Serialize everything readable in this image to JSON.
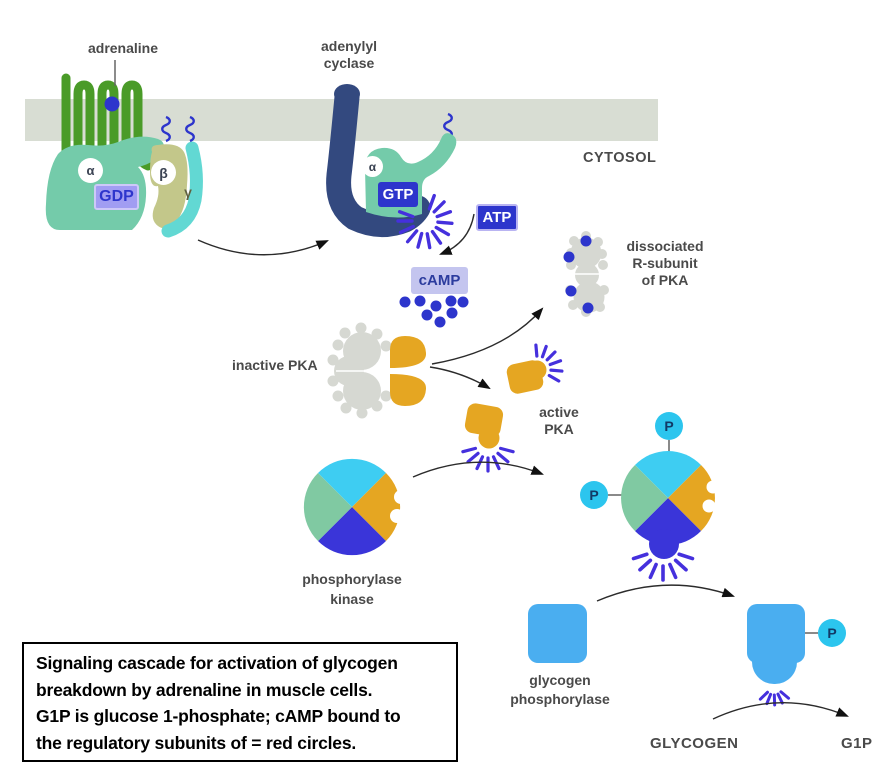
{
  "labels": {
    "adrenaline": "adrenaline",
    "adenylyl_cyclase": [
      "adenylyl",
      "cyclase"
    ],
    "cytosol": "CYTOSOL",
    "dissociated_r_subunit": [
      "dissociated",
      "R-subunit",
      "of PKA"
    ],
    "inactive_pka": "inactive PKA",
    "active_pka": [
      "active",
      "PKA"
    ],
    "phosphorylase_kinase": [
      "phosphorylase",
      "kinase"
    ],
    "glycogen_phosphorylase": [
      "glycogen",
      "phosphorylase"
    ],
    "glycogen": "GLYCOGEN",
    "g1p": "G1P"
  },
  "molecules": {
    "gdp": "GDP",
    "gtp": "GTP",
    "atp": "ATP",
    "camp": "cAMP",
    "phosphate": "P"
  },
  "subunits": {
    "alpha": "α",
    "beta": "β",
    "gamma": "γ"
  },
  "caption": {
    "lines": [
      "Signaling cascade for activation of glycogen",
      "breakdown by adrenaline in muscle cells.",
      "G1P is glucose 1-phosphate; cAMP bound to",
      "the regulatory subunits of = red circles."
    ]
  },
  "colors": {
    "membrane": "#d8ddd3",
    "receptor_green": "#4a9b28",
    "g_alpha_teal": "#74cbaa",
    "g_beta_olive": "#c3c78a",
    "g_gamma_turquoise": "#62d8d3",
    "adenylyl_cyclase_navy": "#33497f",
    "nucleotide_blue": "#2d35cc",
    "gdp_lavender": "#a19df2",
    "camp_box_lavender": "#c4c5ef",
    "starburst_blue": "#4530dd",
    "r_subunit_gray": "#d6d8d2",
    "pka_orange": "#e5a622",
    "kinase_cyan": "#3ecdf2",
    "kinase_green": "#80c9a2",
    "kinase_indigo": "#3a35d9",
    "phosphate_cyan": "#2cc5ee",
    "phosphorylase_blue": "#4aaef0"
  }
}
